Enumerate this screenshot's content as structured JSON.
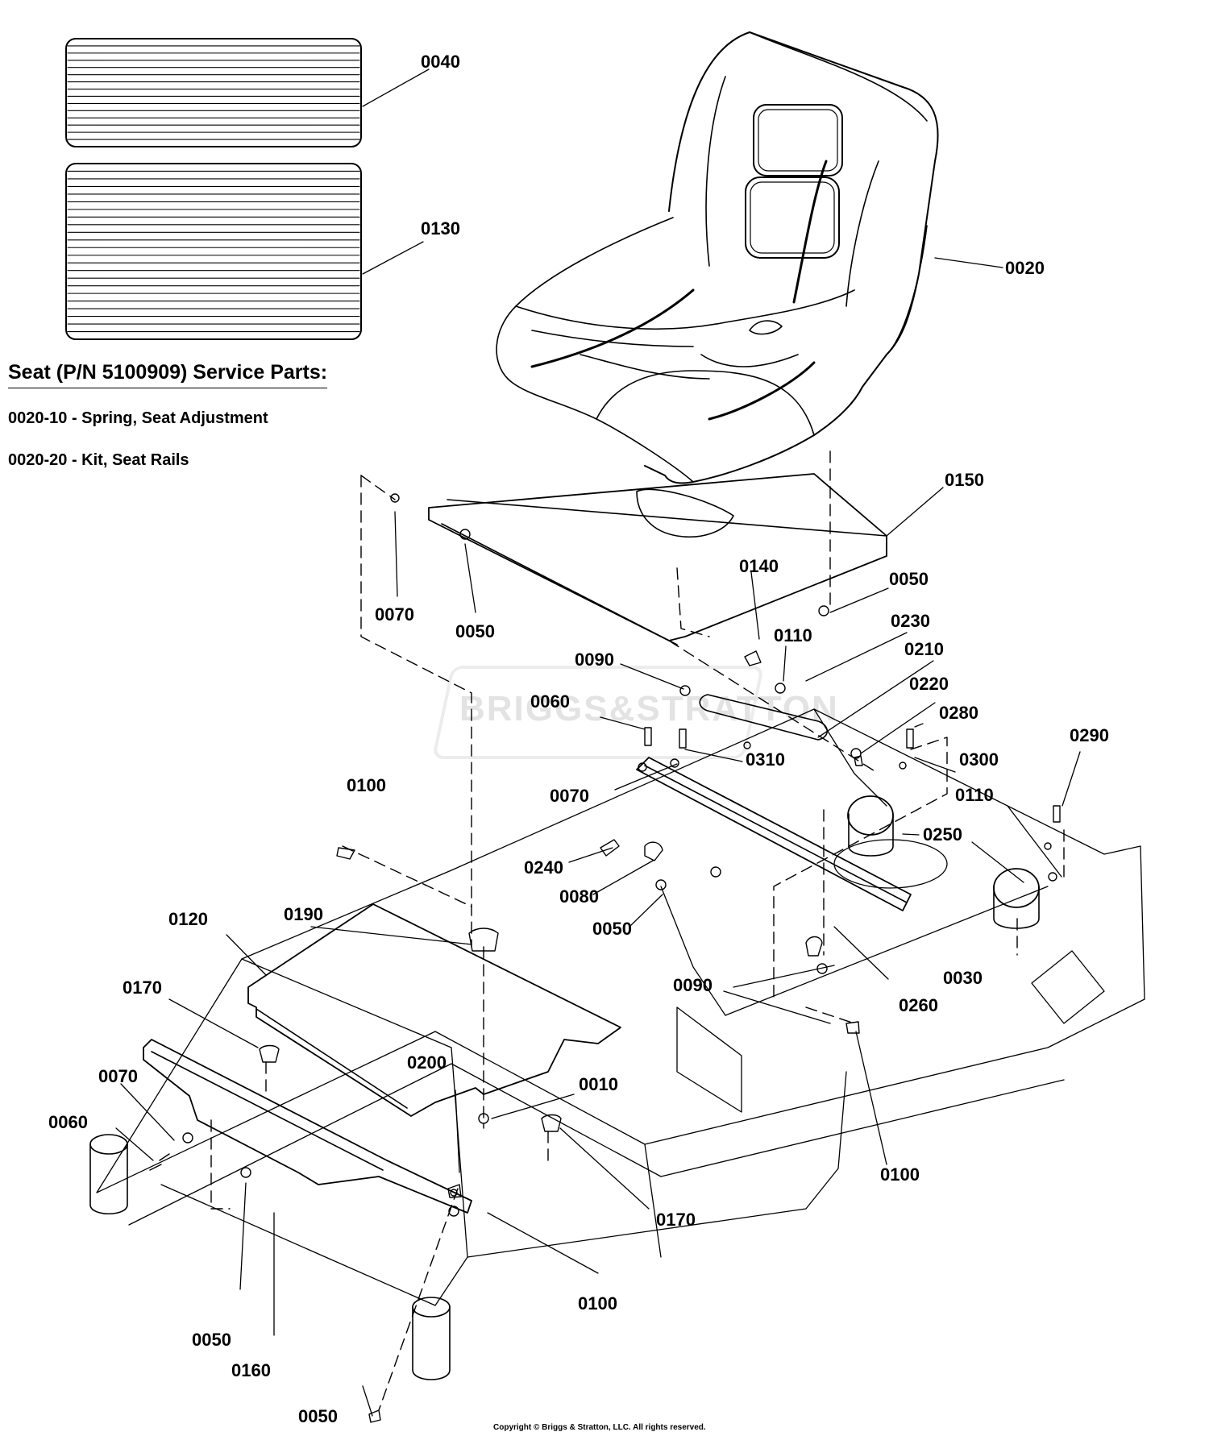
{
  "service_parts": {
    "title": "Seat (P/N 5100909) Service Parts:",
    "items": [
      "0020-10 - Spring, Seat Adjustment",
      "0020-20 - Kit, Seat Rails"
    ]
  },
  "watermark": "BRIGGS&STRATTON",
  "copyright": "Copyright © Briggs & Stratton, LLC. All rights reserved.",
  "callouts": {
    "c0040": "0040",
    "c0130": "0130",
    "c0020": "0020",
    "c0150": "0150",
    "c0140": "0140",
    "c0050a": "0050",
    "c0070a": "0070",
    "c0050b": "0050",
    "c0110a": "0110",
    "c0230": "0230",
    "c0090a": "0090",
    "c0210": "0210",
    "c0220": "0220",
    "c0060a": "0060",
    "c0280": "0280",
    "c0290": "0290",
    "c0310": "0310",
    "c0300": "0300",
    "c0070b": "0070",
    "c0110b": "0110",
    "c0100a": "0100",
    "c0250": "0250",
    "c0240": "0240",
    "c0080": "0080",
    "c0050c": "0050",
    "c0120": "0120",
    "c0190": "0190",
    "c0030": "0030",
    "c0090b": "0090",
    "c0260": "0260",
    "c0170a": "0170",
    "c0200": "0200",
    "c0010": "0010",
    "c0070c": "0070",
    "c0060b": "0060",
    "c0100b": "0100",
    "c0170b": "0170",
    "c0050d": "0050",
    "c0160": "0160",
    "c0100c": "0100",
    "c0050e": "0050"
  }
}
